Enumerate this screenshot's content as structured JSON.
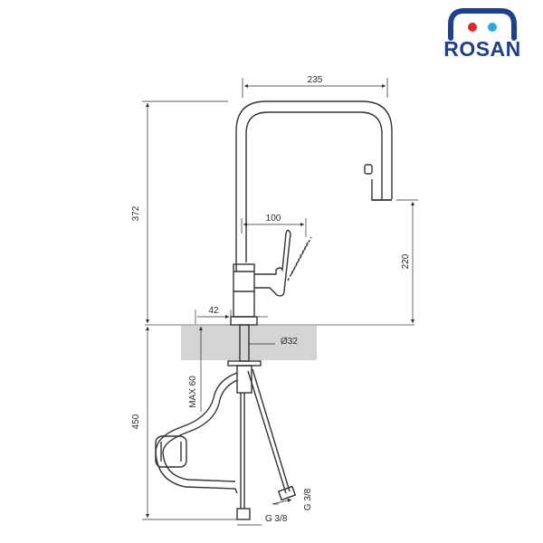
{
  "brand": {
    "name": "ROSAN",
    "colors": {
      "blue": "#1f3f8f",
      "red": "#e6262b",
      "cyan": "#2aa7df"
    }
  },
  "drawing": {
    "line_color": "#333333",
    "dim_color": "#2a2a2a",
    "counter_color": "#d4d4d4",
    "labels": {
      "total_height": "372",
      "spout_reach": "235",
      "spout_height": "220",
      "handle_reach": "100",
      "base_offset": "42",
      "hole_diameter": "Ø32",
      "max_thickness": "MAX 60",
      "hose_length": "450",
      "thread_right": "G 3/8",
      "thread_bottom": "G 3/8"
    }
  }
}
